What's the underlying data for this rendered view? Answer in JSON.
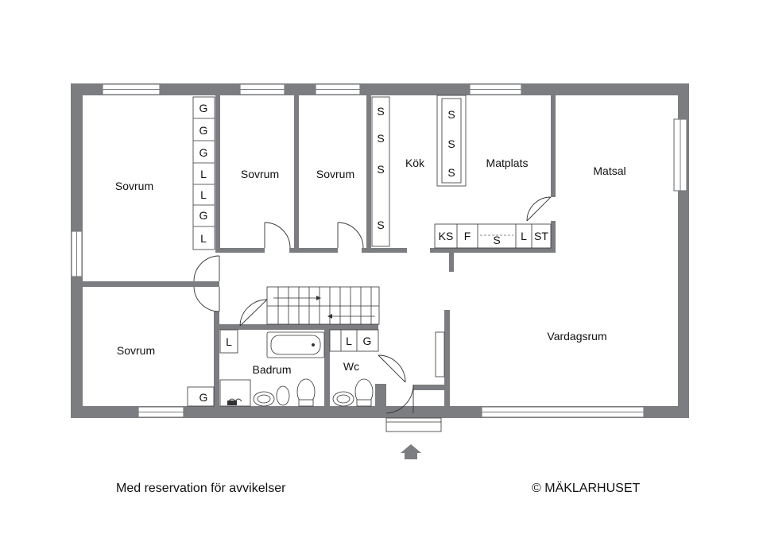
{
  "rooms": {
    "sovrum_1": "Sovrum",
    "sovrum_2": "Sovrum",
    "sovrum_3": "Sovrum",
    "sovrum_4": "Sovrum",
    "kok": "Kök",
    "matplats": "Matplats",
    "matsal": "Matsal",
    "vardagsrum": "Vardagsrum",
    "badrum": "Badrum",
    "wc": "Wc"
  },
  "wardrobe_column": [
    "G",
    "G",
    "G",
    "L",
    "L",
    "G",
    "L"
  ],
  "kitchen_left_units": [
    "S",
    "S",
    "S",
    "S"
  ],
  "kitchen_island_units": [
    "S",
    "S",
    "S"
  ],
  "kitchen_counter": [
    "KS",
    "F",
    "S",
    "L",
    "ST"
  ],
  "badrum_closet": "L",
  "wc_closets": [
    "L",
    "G"
  ],
  "bedroom_closet": "G",
  "footer": {
    "disclaimer": "Med reservation för avvikelser",
    "copyright": "© MÄKLARHUSET"
  },
  "colors": {
    "wall": "#7b7d80",
    "line": "#333333"
  }
}
